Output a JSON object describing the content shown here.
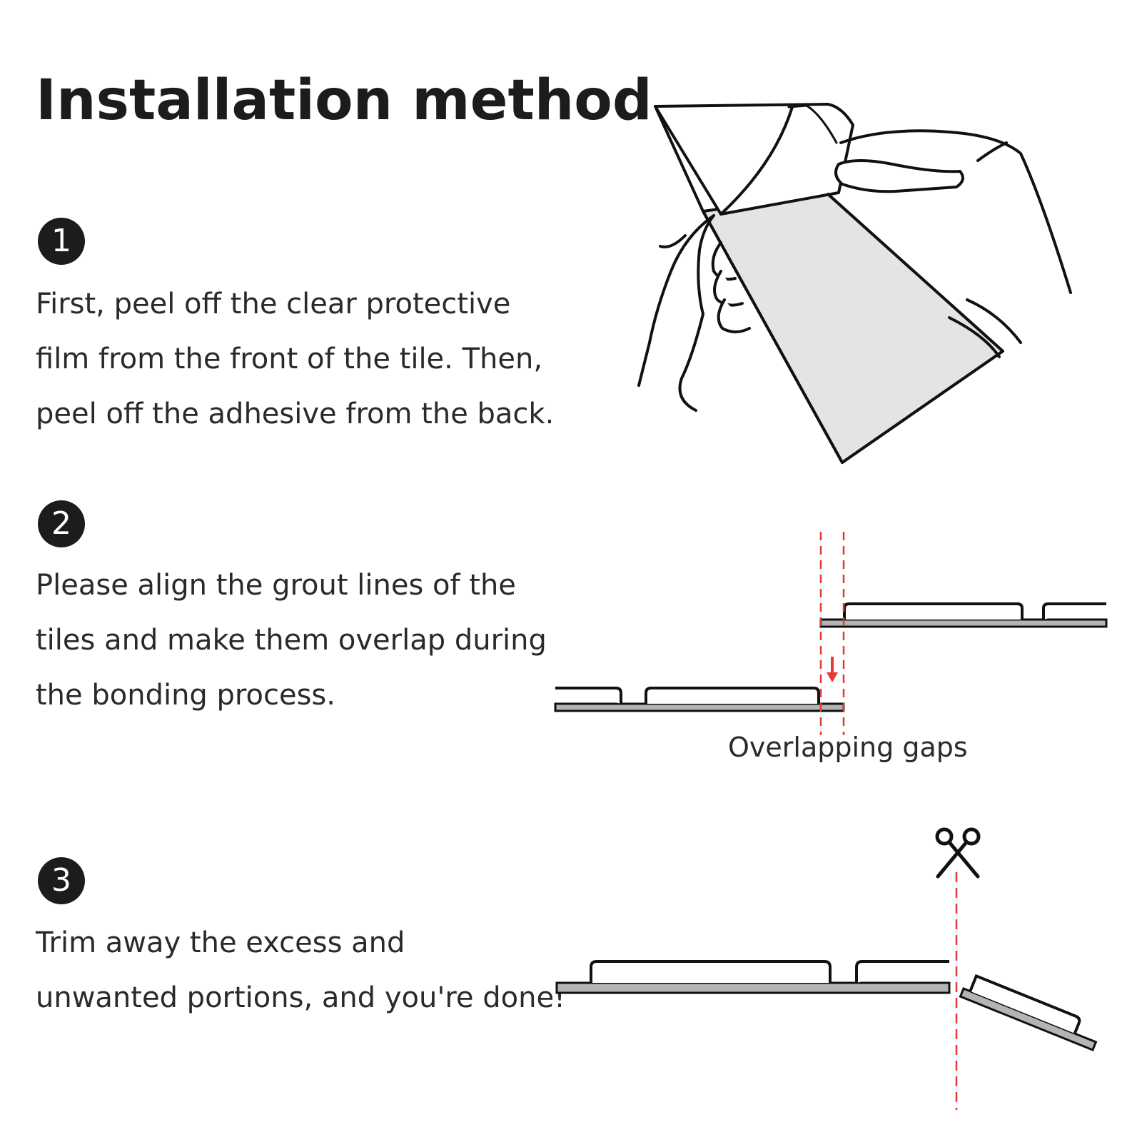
{
  "title": "Installation method",
  "steps": [
    {
      "number": "1",
      "lines": [
        "First, peel off the clear protective",
        "film from the front of the tile. Then,",
        "peel off the adhesive from the back."
      ]
    },
    {
      "number": "2",
      "lines": [
        "Please align the grout lines of the",
        "tiles and make them overlap during",
        "the bonding process."
      ]
    },
    {
      "number": "3",
      "lines": [
        "Trim away the excess and",
        "unwanted portions, and you're done!"
      ]
    }
  ],
  "overlap_caption": "Overlapping gaps",
  "colors": {
    "text": "#2a2a2a",
    "badge": "#1c1c1c",
    "tile_fill": "#e4e4e4",
    "base_strip": "#b4b4b4",
    "guide_line": "#e53935",
    "arrow": "#e53935"
  },
  "icons": [
    "scissors-icon",
    "down-arrow-icon"
  ]
}
